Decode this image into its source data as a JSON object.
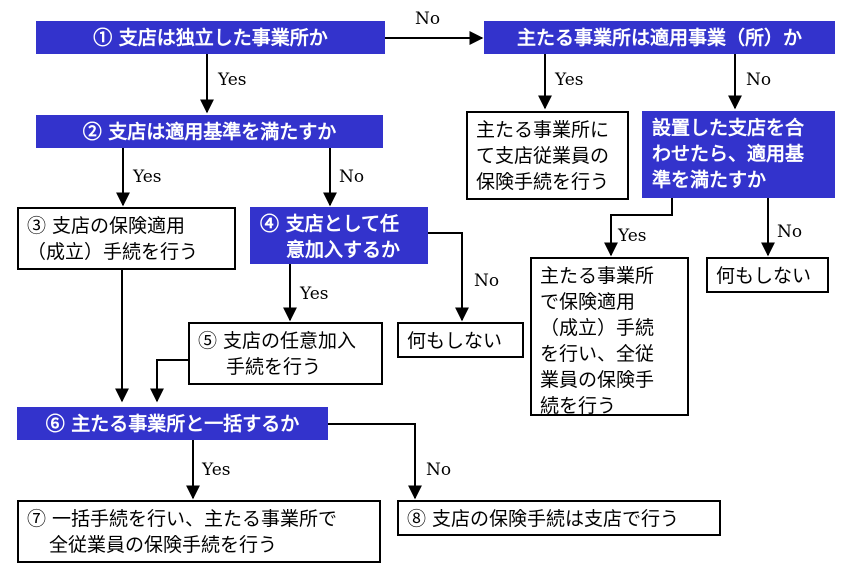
{
  "nodes": {
    "q1": "① 支店は独立した事業所か",
    "q_main": "主たる事業所は適用事業（所）か",
    "q2": "② 支店は適用基準を満たすか",
    "a_main_yes": [
      "主たる事業所に",
      "て支店従業員の",
      "保険手続を行う"
    ],
    "q_combined": [
      "設置した支店を合",
      "わせたら、適用基",
      "準を満たすか"
    ],
    "a3": [
      "③ 支店の保険適用",
      "（成立）手続を行う"
    ],
    "q4": [
      "④ 支店として任",
      "意加入するか"
    ],
    "a_combined_yes": [
      "主たる事業所",
      "で保険適用",
      "（成立）手続",
      "を行い、全従",
      "業員の保険手",
      "続を行う"
    ],
    "a_combined_no": "何もしない",
    "a5": [
      "⑤ 支店の任意加入",
      "手続を行う"
    ],
    "a4_no": "何もしない",
    "q6": "⑥ 主たる事業所と一括するか",
    "a7": [
      "⑦ 一括手続を行い、主たる事業所で",
      "全従業員の保険手続を行う"
    ],
    "a8": "⑧ 支店の保険手続は支店で行う"
  },
  "edge_labels": {
    "q1_no": "No",
    "q1_yes": "Yes",
    "qmain_yes": "Yes",
    "qmain_no": "No",
    "q2_yes": "Yes",
    "q2_no": "No",
    "qcomb_yes": "Yes",
    "qcomb_no": "No",
    "q4_yes": "Yes",
    "q4_no": "No",
    "q6_yes": "Yes",
    "q6_no": "No"
  },
  "colors": {
    "question_fill": "#3333cc",
    "question_text": "#ffffff",
    "answer_border": "#000000"
  }
}
